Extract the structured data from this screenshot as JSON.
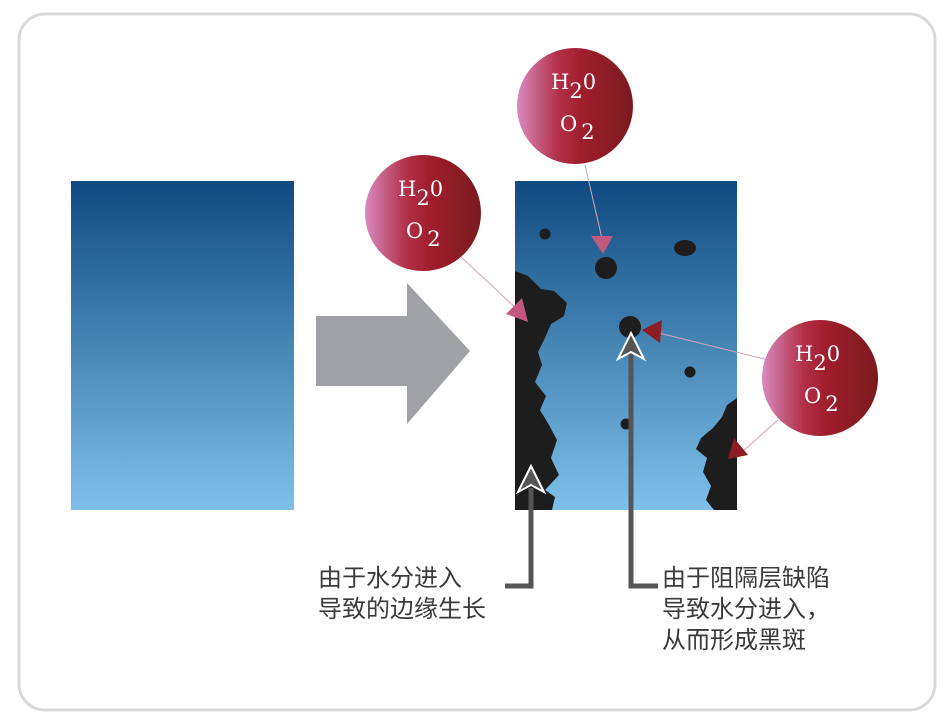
{
  "molecules": {
    "water_h": "H",
    "water_sub": "2",
    "water_o": "0",
    "oxygen_o": "O",
    "oxygen_sub": "2"
  },
  "captions": {
    "edge_growth": "由于水分进入\n导致的边缘生长",
    "dark_spot": "由于阻隔层缺陷\n导致水分进入，\n从而形成黑斑"
  },
  "colors": {
    "panel_top": "#0f4a80",
    "panel_bottom": "#7fc0ea",
    "molecule_light": "#d47ab6",
    "molecule_dark": "#8c1d22",
    "arrow_gray": "#a0a1a4",
    "defect_black": "#1d1d1d",
    "leader_line": "#555555"
  }
}
